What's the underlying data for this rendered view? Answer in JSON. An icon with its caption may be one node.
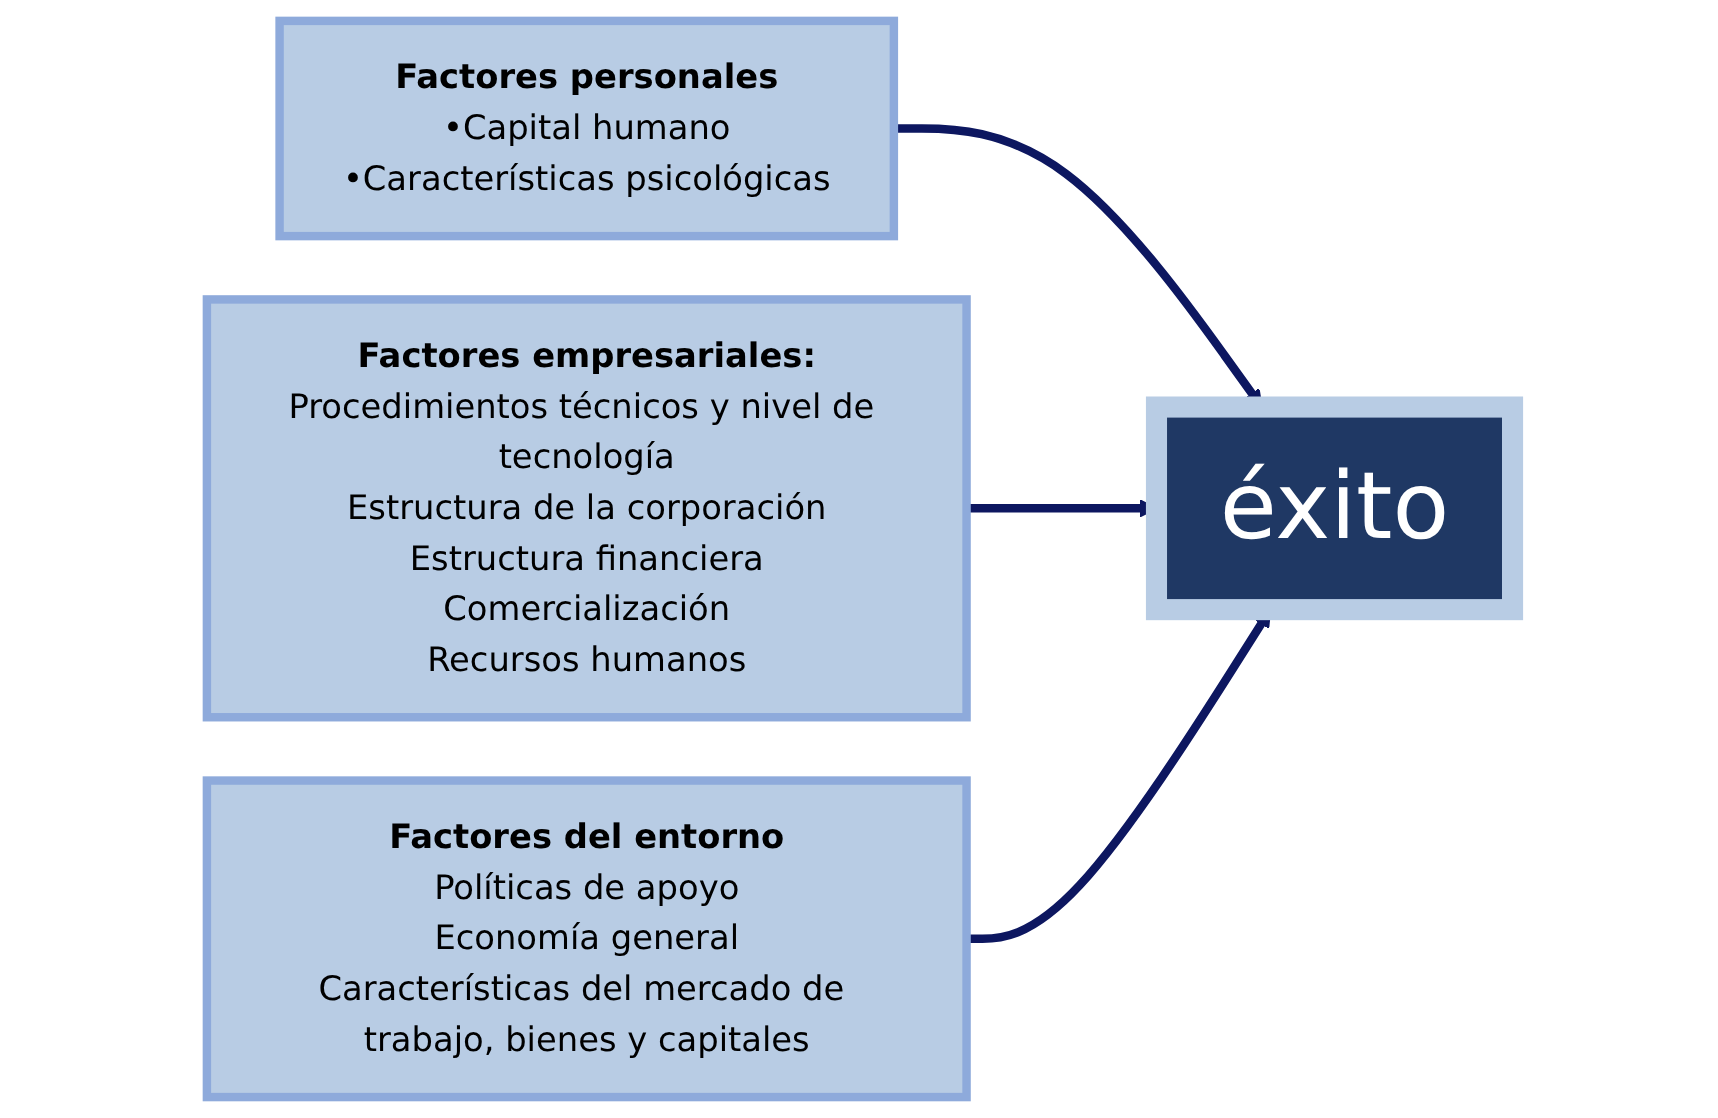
{
  "diagram": {
    "nodes": [
      {
        "text": [
          "Factores personales",
          "•Capital humano",
          "•Características psicológicas"
        ]
      },
      {
        "text": [
          "éxito"
        ]
      },
      {
        "text": [
          "Factores empresariales:",
          "Procedimientos técnicos y nivel de tecnología",
          "Estructura de la corporación",
          "Estructura financiera",
          "Comercialización",
          "Recursos humanos"
        ]
      },
      {
        "text": [
          "Factores del entorno",
          "Políticas de apoyo",
          "Economía general",
          "Características del mercado de trabajo, bienes y capitales"
        ]
      }
    ],
    "edges": [
      {
        "from": 0,
        "to": 1,
        "arrow": "to"
      },
      {
        "from": 2,
        "to": 1,
        "arrow": "to"
      },
      {
        "from": 3,
        "to": 1,
        "arrow": "to"
      }
    ]
  }
}
